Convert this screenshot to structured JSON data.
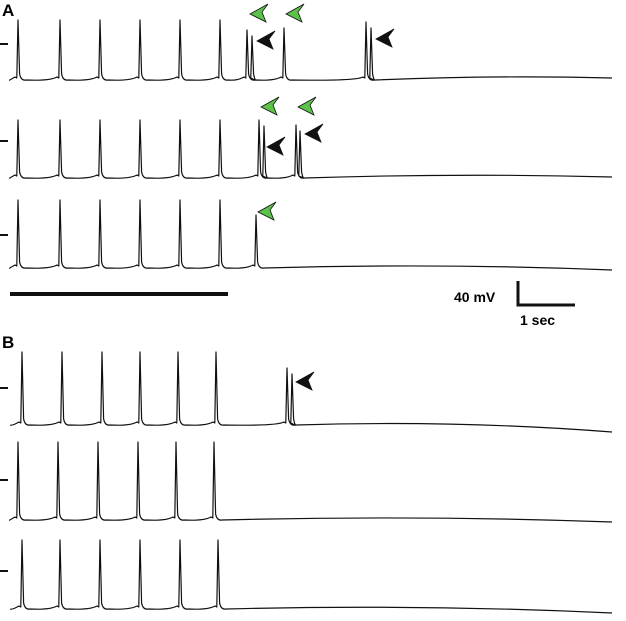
{
  "panels": [
    {
      "label": "A"
    },
    {
      "label": "B"
    }
  ],
  "scale_bar": {
    "voltage_label": "40 mV",
    "time_label": "1 sec"
  },
  "colors": {
    "trace": "#111111",
    "green_arrowhead": "#5cc24a",
    "black_arrowhead": "#111111",
    "background": "#ffffff"
  },
  "traces": [
    {
      "panel": "A",
      "regular_spikes": 6,
      "extra_events": [
        {
          "type": "burst",
          "green": 1,
          "black": 1
        },
        {
          "type": "single",
          "green": 1
        },
        {
          "type": "burst",
          "black": 1
        }
      ]
    },
    {
      "panel": "A",
      "regular_spikes": 6,
      "extra_events": [
        {
          "type": "burst",
          "green": 1,
          "black": 1
        },
        {
          "type": "burst",
          "green": 1,
          "black": 1
        }
      ]
    },
    {
      "panel": "A",
      "regular_spikes": 6,
      "extra_events": [
        {
          "type": "single",
          "green": 1
        }
      ]
    },
    {
      "panel": "B",
      "regular_spikes": 6,
      "extra_events": [
        {
          "type": "burst",
          "black": 1
        }
      ]
    },
    {
      "panel": "B",
      "regular_spikes": 6,
      "extra_events": []
    },
    {
      "panel": "B",
      "regular_spikes": 6,
      "extra_events": []
    }
  ]
}
